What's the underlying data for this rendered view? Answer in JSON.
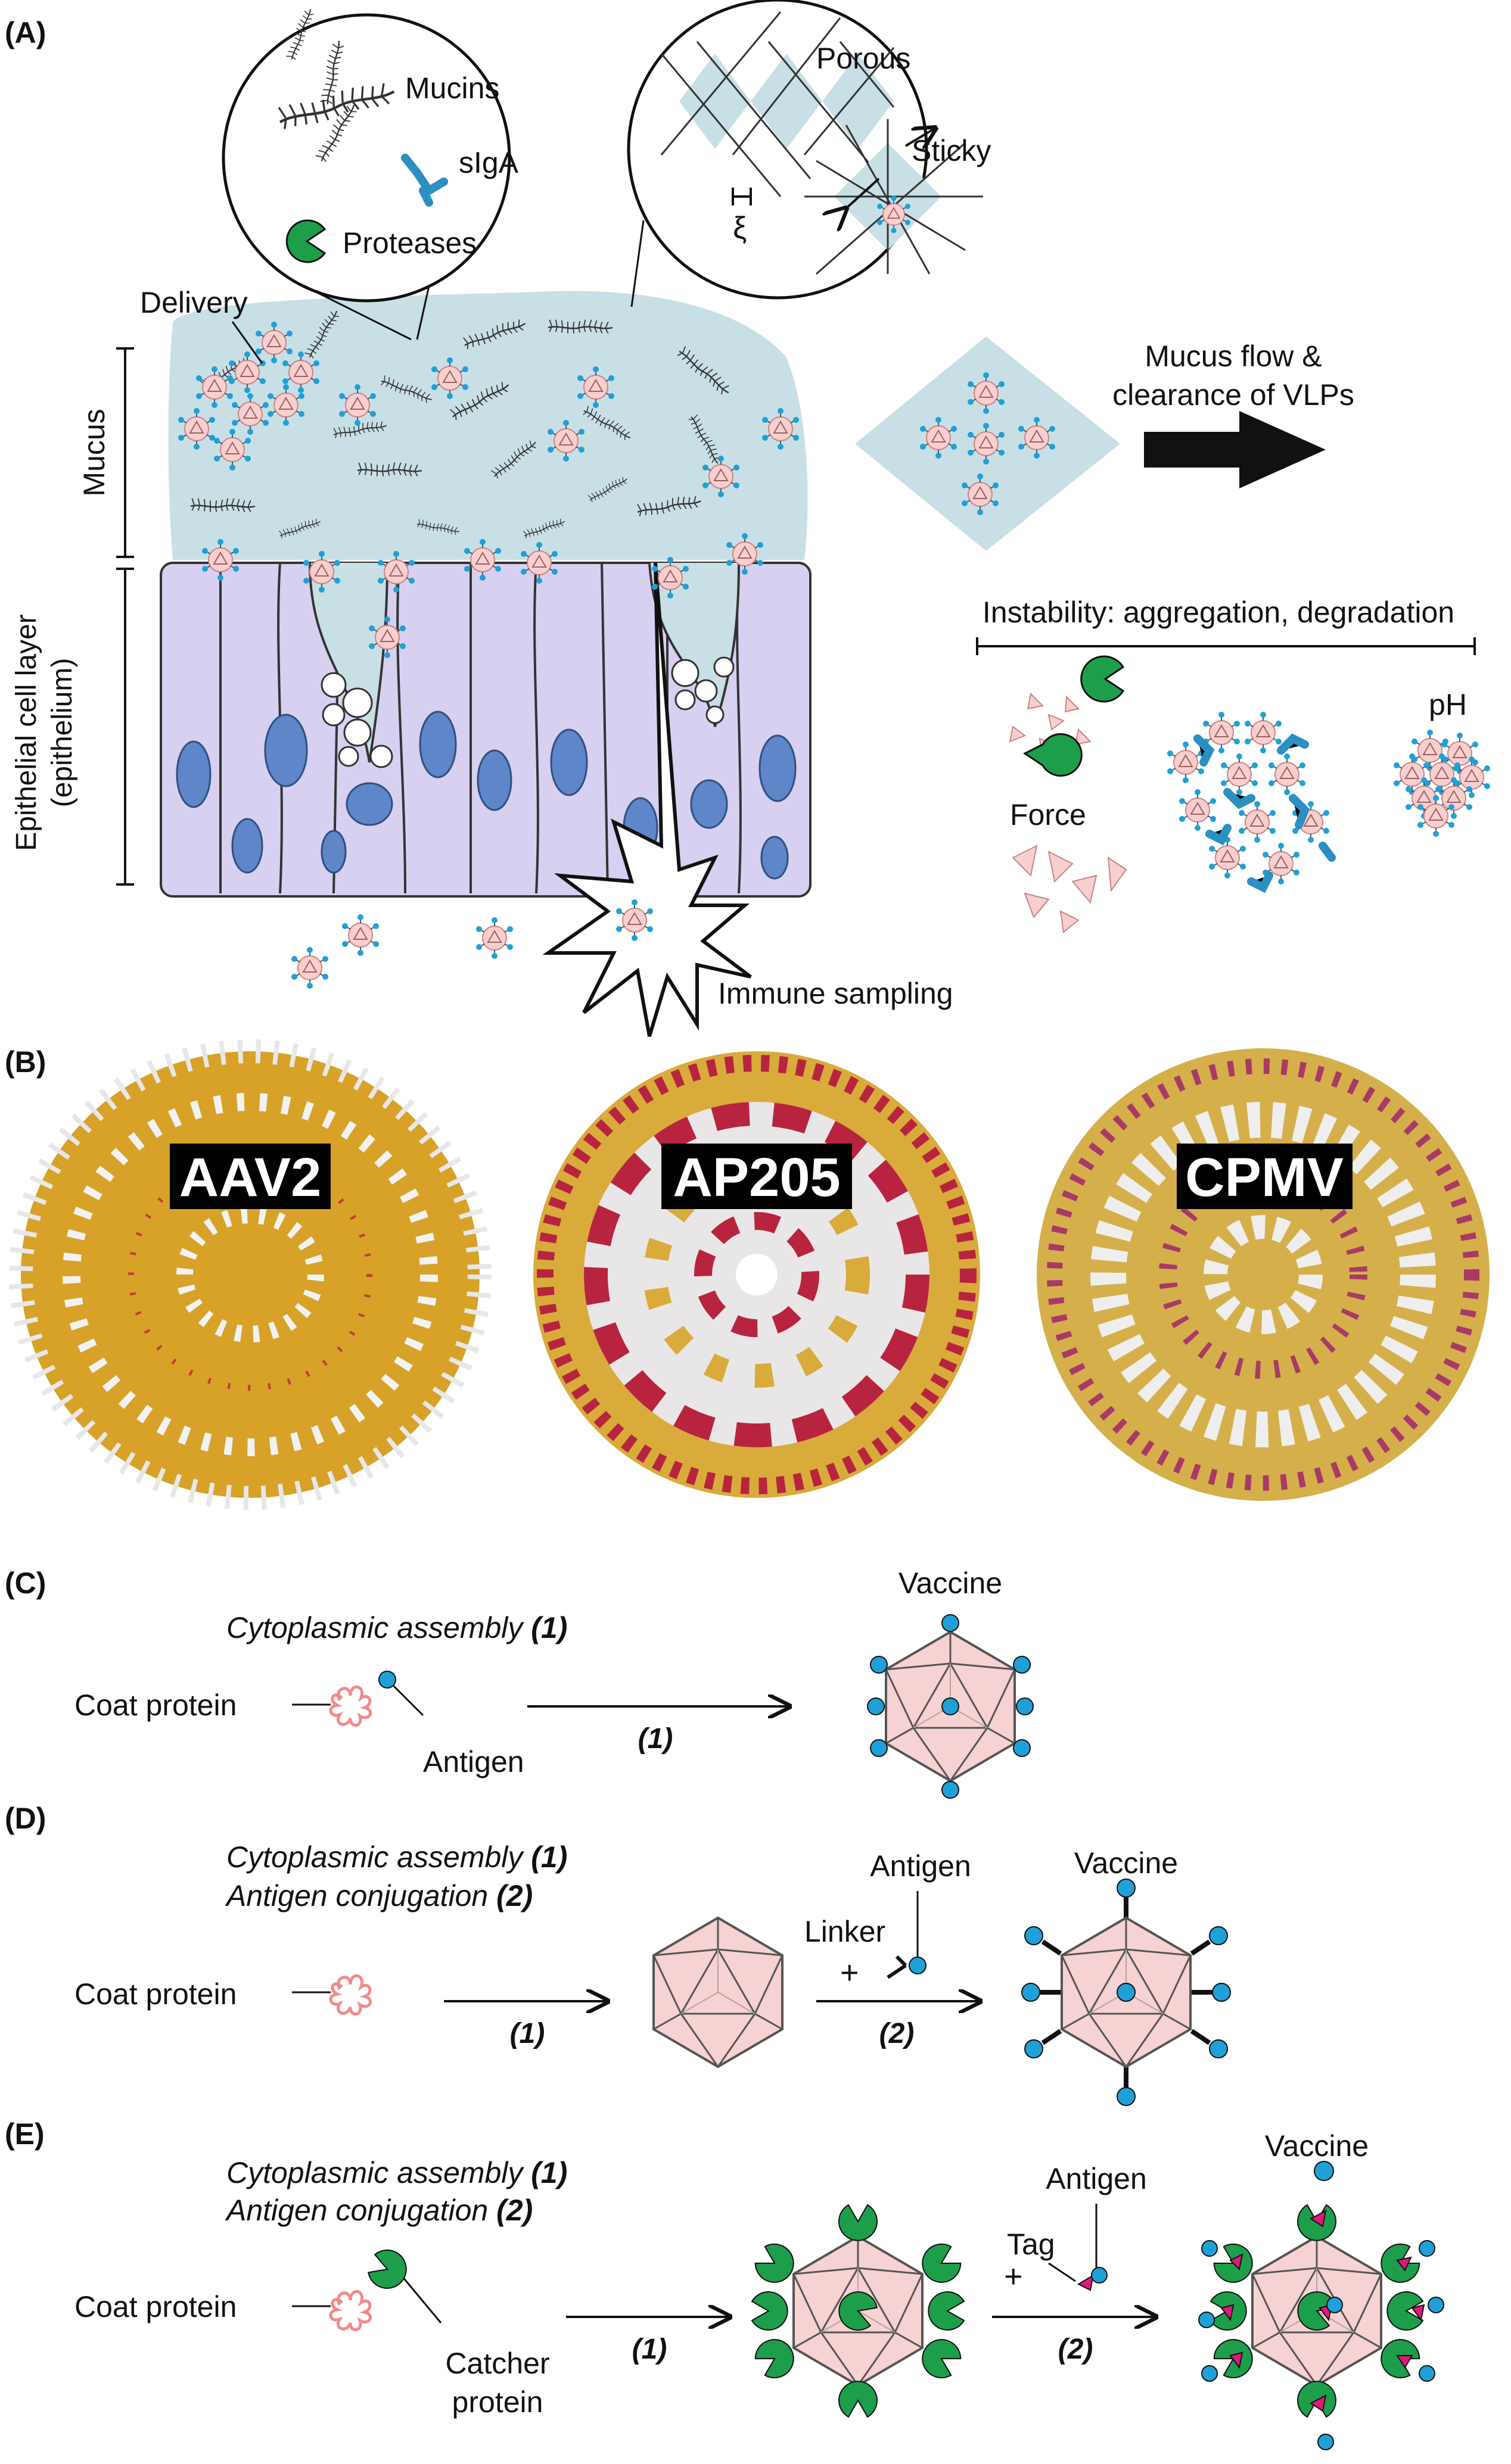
{
  "panels": {
    "a": "(A)",
    "b": "(B)",
    "c": "(C)",
    "d": "(D)",
    "e": "(E)"
  },
  "panel_a": {
    "mucins": "Mucins",
    "siga": "sIgA",
    "proteases": "Proteases",
    "porous": "Porous",
    "sticky": "Sticky",
    "xi": "ξ",
    "delivery": "Delivery",
    "mucus": "Mucus",
    "epithelium_line1": "Epithelial cell layer",
    "epithelium_line2": "(epithelium)",
    "flow_line1": "Mucus flow &",
    "flow_line2": "clearance of VLPs",
    "instability": "Instability: aggregation, degradation",
    "force": "Force",
    "ph": "pH",
    "immune": "Immune sampling"
  },
  "panel_b": {
    "labels": [
      "AAV2",
      "AP205",
      "CPMV"
    ]
  },
  "panel_c": {
    "step1": "Cytoplasmic assembly",
    "step1_num": "(1)",
    "coat": "Coat protein",
    "antigen": "Antigen",
    "arrow1": "(1)",
    "vaccine": "Vaccine"
  },
  "panel_d": {
    "step1": "Cytoplasmic assembly",
    "step1_num": "(1)",
    "step2": "Antigen conjugation",
    "step2_num": "(2)",
    "coat": "Coat protein",
    "arrow1": "(1)",
    "antigen": "Antigen",
    "linker": "Linker",
    "plus": "+",
    "arrow2": "(2)",
    "vaccine": "Vaccine"
  },
  "panel_e": {
    "step1": "Cytoplasmic assembly",
    "step1_num": "(1)",
    "step2": "Antigen conjugation",
    "step2_num": "(2)",
    "coat": "Coat protein",
    "catcher1": "Catcher",
    "catcher2": "protein",
    "arrow1": "(1)",
    "antigen": "Antigen",
    "tag": "Tag",
    "plus": "+",
    "arrow2": "(2)",
    "vaccine": "Vaccine"
  },
  "colors": {
    "mucus": "#c9dfe6",
    "cell": "#d7d0f0",
    "nucleus": "#5f86c9",
    "capsid": "#f7cfcf",
    "antigen": "#1fa0d8",
    "catcher": "#1d9e4b",
    "tag": "#e0187a",
    "siga": "#2b8fc2"
  }
}
